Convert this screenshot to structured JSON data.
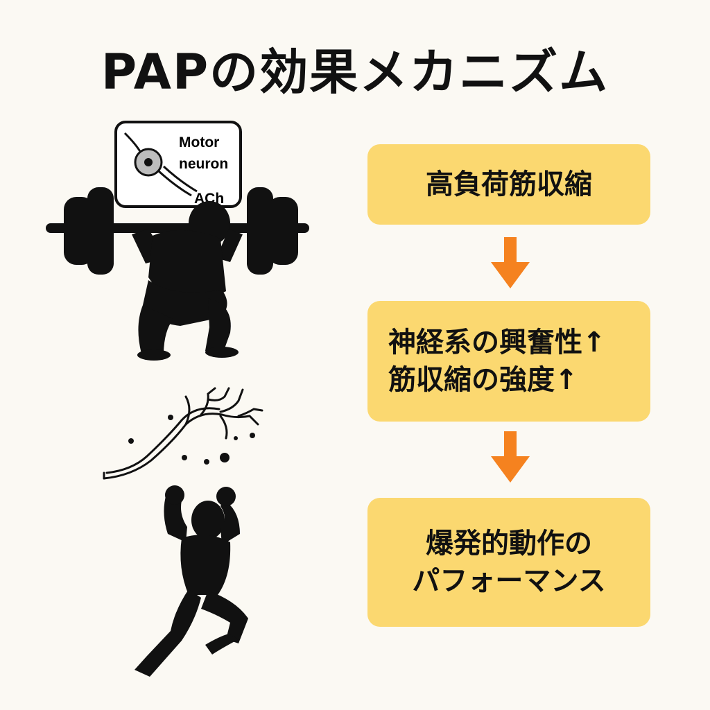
{
  "title": "PAPの効果メカニズム",
  "inset": {
    "line1": "Motor",
    "line2": "neuron",
    "ach": "ACh"
  },
  "flow": {
    "step1": "高負荷筋収縮",
    "step2_line1": "神経系の興奮性↑",
    "step2_line2": "筋収縮の強度↑",
    "step3_line1": "爆発的動作の",
    "step3_line2": "パフォーマンス"
  },
  "colors": {
    "box": "#fbd870",
    "arrow": "#f5821f",
    "background": "#fbf9f3"
  },
  "icons": [
    "motor-neuron-icon",
    "weightlifter-squat-icon",
    "neuron-icon",
    "jumping-athlete-icon",
    "down-arrow-icon"
  ]
}
